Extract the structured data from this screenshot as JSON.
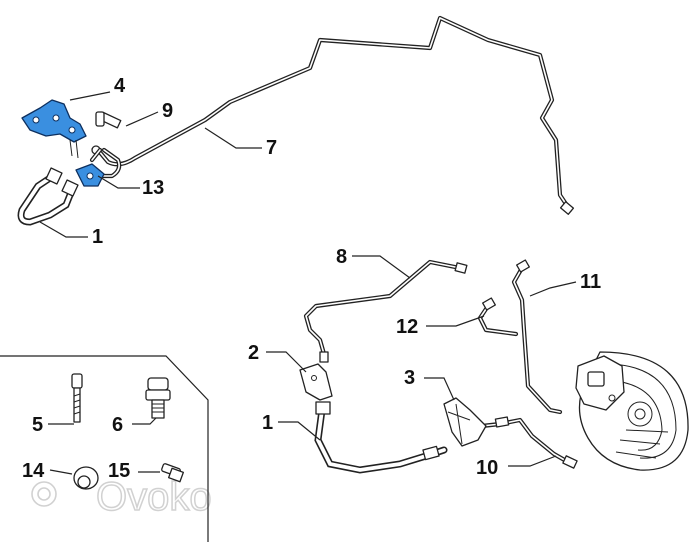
{
  "callouts": {
    "c1_top": "1",
    "c4": "4",
    "c9": "9",
    "c7": "7",
    "c13": "13",
    "c8": "8",
    "c11": "11",
    "c12": "12",
    "c2": "2",
    "c3": "3",
    "c1_bottom": "1",
    "c10": "10",
    "c5": "5",
    "c6": "6",
    "c14": "14",
    "c15": "15"
  },
  "watermark": "Ovoko",
  "colors": {
    "highlight": "#3a8fe0",
    "line": "#222222",
    "watermark": "#c9c9c9"
  }
}
